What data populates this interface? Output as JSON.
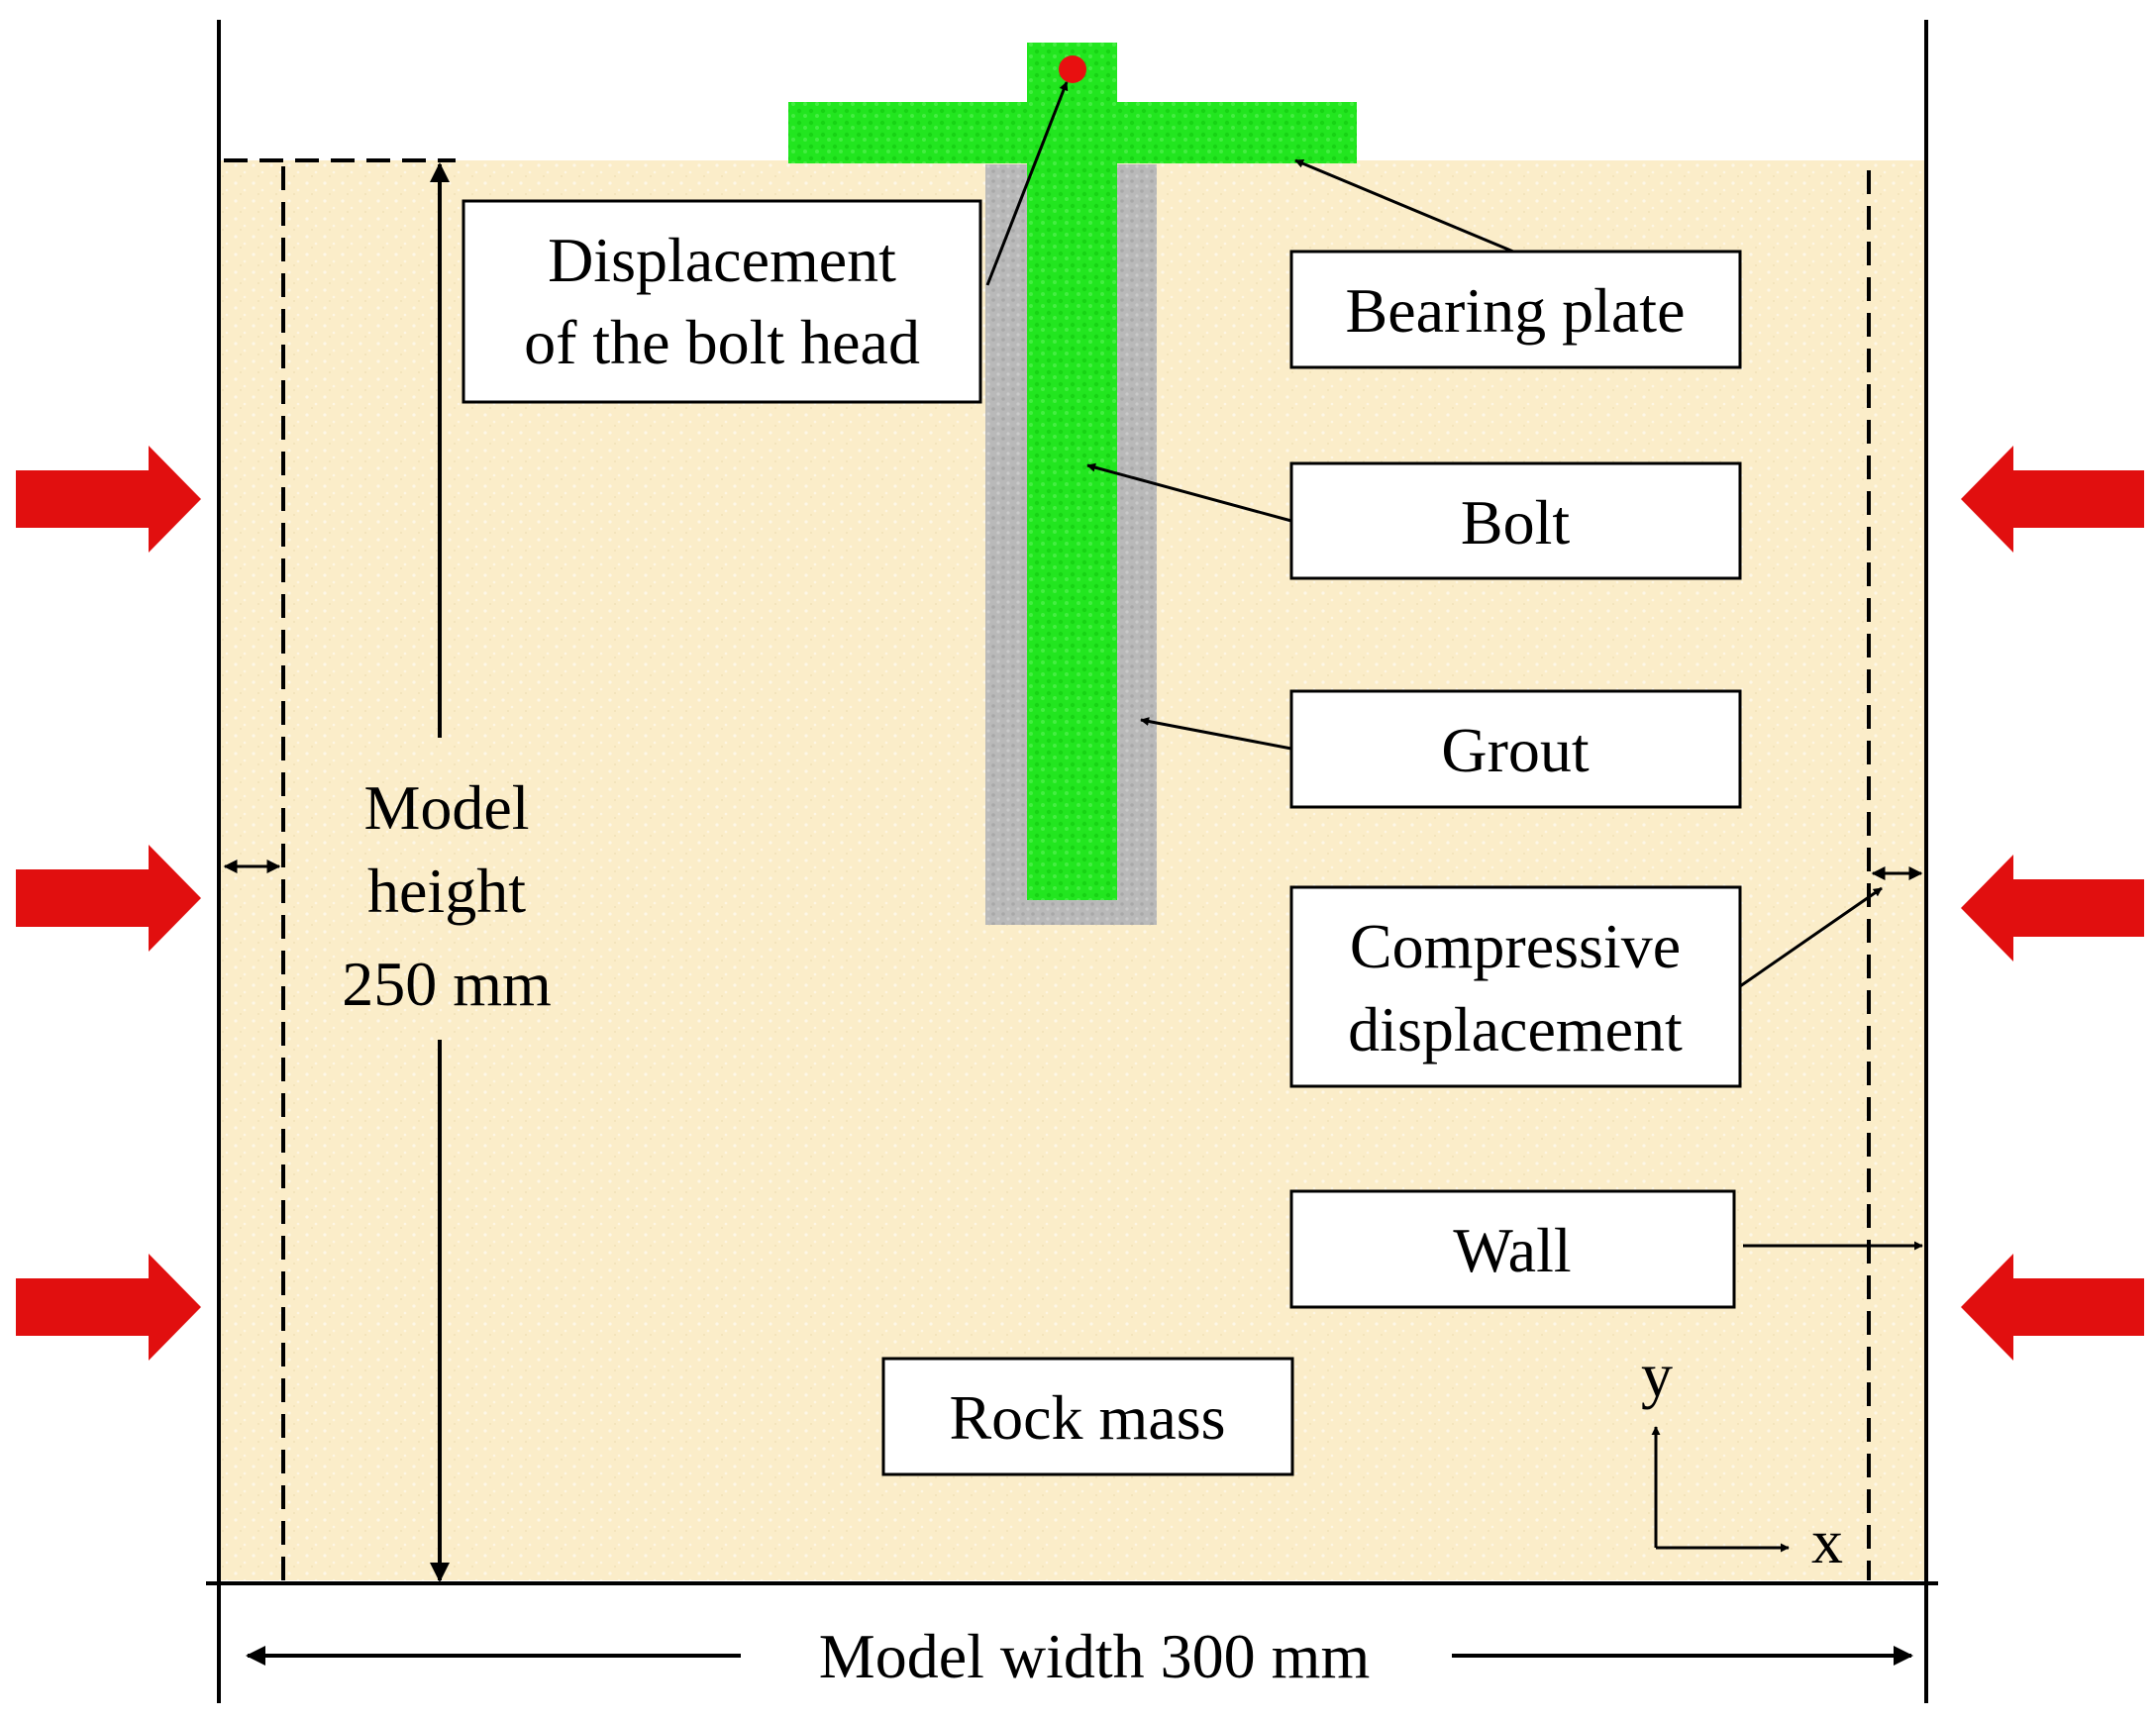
{
  "labels": {
    "bolt_head_line1": "Displacement",
    "bolt_head_line2": "of the bolt head",
    "bearing_plate": "Bearing plate",
    "bolt": "Bolt",
    "grout": "Grout",
    "compressive_line1": "Compressive",
    "compressive_line2": "displacement",
    "wall": "Wall",
    "rock_mass": "Rock mass",
    "model_height_line1": "Model",
    "model_height_line2": "height",
    "model_height_line3": "250 mm",
    "model_width": "Model width 300 mm",
    "axis_y": "y",
    "axis_x": "x"
  },
  "colors": {
    "rock_mass": "#fbedc9",
    "bolt": "#22e61f",
    "grout": "#b9b9b9",
    "bolt_head_marker": "#e81010",
    "load_arrow": "#e10f0f"
  }
}
